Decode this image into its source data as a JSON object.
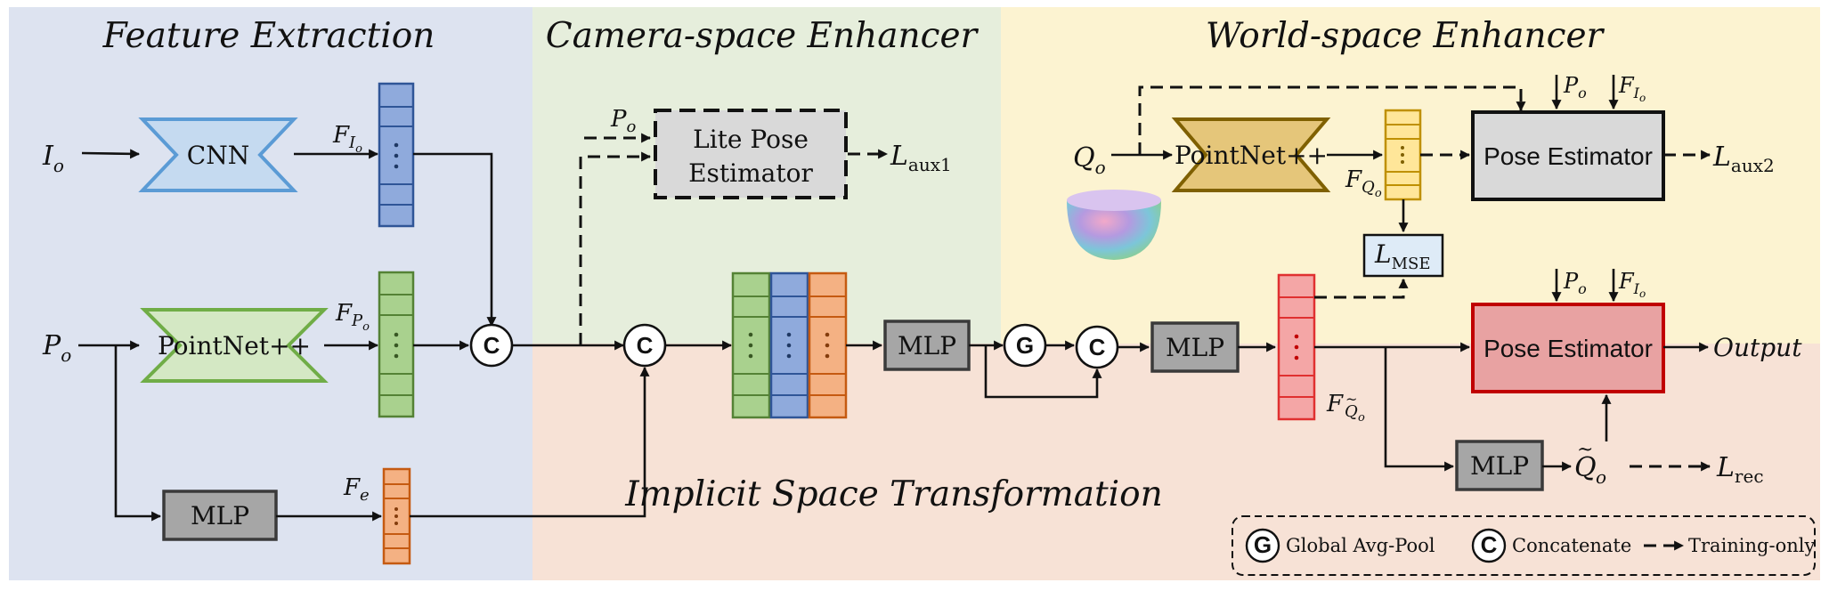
{
  "sections": {
    "feature_extraction": "Feature Extraction",
    "camera_space": "Camera-space Enhancer",
    "world_space": "World-space Enhancer",
    "implicit_space": "Implicit Space Transformation"
  },
  "modules": {
    "cnn": "CNN",
    "pointnet_po": "PointNet++",
    "mlp_fe": "MLP",
    "lite_pose_line1": "Lite Pose",
    "lite_pose_line2": "Estimator",
    "mlp_concat": "MLP",
    "mlp_fuse": "MLP",
    "pointnet_qo": "PointNet++",
    "pose_estimator_world": "Pose Estimator",
    "pose_estimator_main": "Pose Estimator",
    "mlp_rec": "MLP"
  },
  "ops": {
    "global_pool": "G",
    "concat": "C"
  },
  "symbols": {
    "I": "I",
    "P": "P",
    "Q": "Q",
    "F": "F",
    "L": "L",
    "sub_o": "o",
    "sub_e": "e",
    "aux1": "aux1",
    "aux2": "aux2",
    "mse": "MSE",
    "rec": "rec",
    "tilde": "~",
    "output": "Output"
  },
  "legend": {
    "g_symbol": "G",
    "g_text": "Global Avg-Pool",
    "c_symbol": "C",
    "c_text": "Concatenate",
    "dash_text": "Training-only"
  },
  "colors": {
    "feature_bg": "#dde3f0",
    "camera_bg": "#e6eedc",
    "world_bg": "#fcf3d1",
    "implicit_bg": "#f7e2d6",
    "cnn": "#5b9bd5",
    "pointnet_green": "#70ad47",
    "pointnet_gold": "#7f6000",
    "feature_blue": "#4472c4",
    "feature_green": "#548235",
    "feature_orange": "#c55a11",
    "feature_yellow": "#bf9000",
    "feature_red": "#e03030",
    "pose_red": "#c00000"
  }
}
